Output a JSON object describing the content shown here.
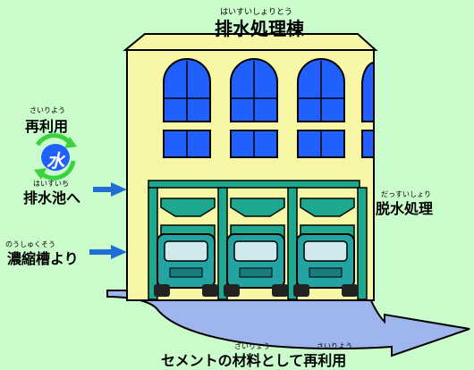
{
  "title": {
    "ruby": "はいすいしょりとう",
    "text": "排水処理棟"
  },
  "reuse": {
    "ruby": "さいりよう",
    "text": "再利用",
    "badge": "水"
  },
  "to_pond": {
    "ruby": "はいすいち",
    "text": "排水池へ"
  },
  "from_tank": {
    "ruby": "のうしゅくそう",
    "text": "濃縮槽より"
  },
  "dewatering": {
    "ruby": "だっすいしょり",
    "text": "脱水処理"
  },
  "bottom": {
    "ruby_material": "ざいりょう",
    "ruby_reuse": "さいりよう",
    "text": "セメントの材料として再利用"
  },
  "colors": {
    "background": "#cbfccb",
    "building": "#f7f7a6",
    "window": "#1f60ff",
    "structure": "#1ea890",
    "truck": "#24a3a3",
    "arrow": "#1f6ed6",
    "ground": "#9fb5ee"
  }
}
